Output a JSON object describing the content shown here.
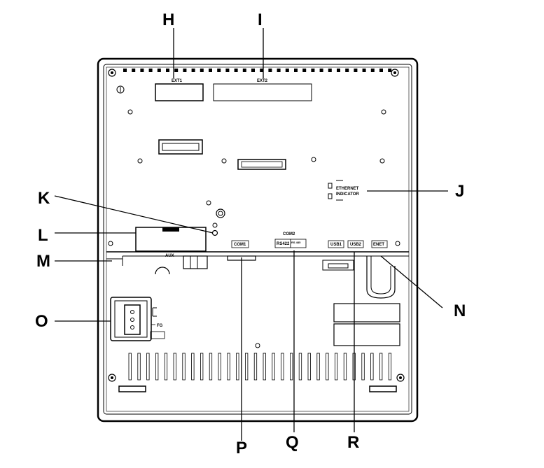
{
  "callouts": [
    {
      "id": "H",
      "letter": "H"
    },
    {
      "id": "I",
      "letter": "I"
    },
    {
      "id": "J",
      "letter": "J"
    },
    {
      "id": "K",
      "letter": "K"
    },
    {
      "id": "L",
      "letter": "L"
    },
    {
      "id": "M",
      "letter": "M"
    },
    {
      "id": "N",
      "letter": "N"
    },
    {
      "id": "O",
      "letter": "O"
    },
    {
      "id": "P",
      "letter": "P"
    },
    {
      "id": "Q",
      "letter": "Q"
    },
    {
      "id": "R",
      "letter": "R"
    }
  ],
  "panel_labels": {
    "ext1": "EXT1",
    "ext2": "EXT2",
    "ethernet_indicator_1": "ETHERNET",
    "ethernet_indicator_2": "INDICATOR",
    "aux": "AUX",
    "com1": "COM1",
    "com2": "COM2",
    "com2_rs422": "RS422",
    "com2_rs485": "RS 485",
    "usb1": "USB1",
    "usb2": "USB2",
    "ethernet_port": "ENET",
    "fg": "FG"
  }
}
